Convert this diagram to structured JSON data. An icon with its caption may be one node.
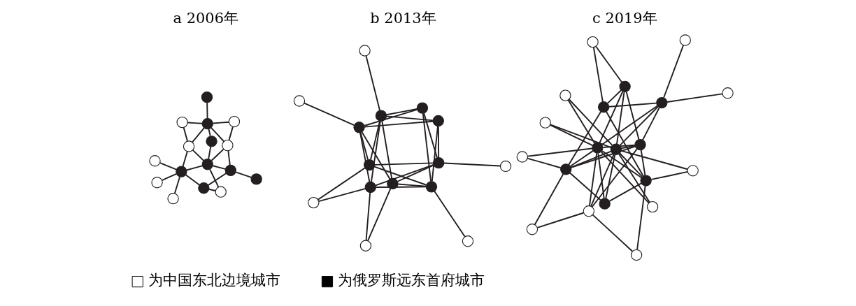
{
  "diagram": {
    "nodes": [
      {
        "text": [],
        "shape": "circle"
      },
      {
        "text": [],
        "shape": "circle"
      },
      {
        "text": [],
        "shape": "circle"
      },
      {
        "text": [],
        "shape": "circle"
      },
      {
        "text": [],
        "shape": "circle"
      },
      {
        "text": [],
        "shape": "circle"
      },
      {
        "text": [],
        "shape": "circle"
      },
      {
        "text": [],
        "shape": "circle"
      },
      {
        "text": [],
        "shape": "circle"
      },
      {
        "text": [],
        "shape": "circle"
      },
      {
        "text": [],
        "shape": "circle"
      },
      {
        "text": [],
        "shape": "circle"
      },
      {
        "text": [],
        "shape": "circle"
      },
      {
        "text": [],
        "shape": "circle"
      },
      {
        "text": [],
        "shape": "circle"
      },
      {
        "text": [],
        "shape": "circle"
      },
      {
        "text": [],
        "shape": "circle"
      },
      {
        "text": [],
        "shape": "circle"
      },
      {
        "text": [],
        "shape": "circle"
      },
      {
        "text": [],
        "shape": "circle"
      },
      {
        "text": [],
        "shape": "circle"
      },
      {
        "text": [],
        "shape": "circle"
      },
      {
        "text": [],
        "shape": "circle"
      },
      {
        "text": [],
        "shape": "circle"
      },
      {
        "text": [],
        "shape": "circle"
      },
      {
        "text": [],
        "shape": "circle"
      },
      {
        "text": [],
        "shape": "circle"
      },
      {
        "text": [],
        "shape": "circle"
      },
      {
        "text": [],
        "shape": "circle"
      },
      {
        "text": [],
        "shape": "circle"
      },
      {
        "text": [],
        "shape": "circle"
      },
      {
        "text": [],
        "shape": "circle"
      },
      {
        "text": [],
        "shape": "circle"
      },
      {
        "text": [],
        "shape": "circle"
      },
      {
        "text": [],
        "shape": "circle"
      },
      {
        "text": [],
        "shape": "circle"
      },
      {
        "text": [],
        "shape": "circle"
      },
      {
        "text": [],
        "shape": "circle"
      },
      {
        "text": [],
        "shape": "circle"
      },
      {
        "text": [],
        "shape": "circle"
      },
      {
        "text": [],
        "shape": "circle"
      },
      {
        "text": [],
        "shape": "circle"
      },
      {
        "text": [],
        "shape": "circle"
      },
      {
        "text": [],
        "shape": "circle"
      },
      {
        "text": [],
        "shape": "circle"
      },
      {
        "text": [],
        "shape": "circle"
      },
      {
        "text": [],
        "shape": "circle"
      },
      {
        "text": [],
        "shape": "circle"
      },
      {
        "text": [],
        "shape": "circle"
      },
      {
        "text": [],
        "shape": "circle"
      },
      {
        "text": [],
        "shape": "circle"
      }
    ],
    "edges": [
      {
        "from": 0,
        "to": 3,
        "arrow": "none"
      },
      {
        "from": 1,
        "to": 3,
        "arrow": "none"
      },
      {
        "from": 2,
        "to": 3,
        "arrow": "none"
      },
      {
        "from": 3,
        "to": 6,
        "arrow": "none"
      },
      {
        "from": 3,
        "to": 8,
        "arrow": "none"
      },
      {
        "from": 3,
        "to": 5,
        "arrow": "none"
      },
      {
        "from": 5,
        "to": 10,
        "arrow": "none"
      },
      {
        "from": 4,
        "to": 5,
        "arrow": "none"
      },
      {
        "from": 5,
        "to": 8,
        "arrow": "none"
      },
      {
        "from": 4,
        "to": 10,
        "arrow": "none"
      },
      {
        "from": 6,
        "to": 7,
        "arrow": "none"
      },
      {
        "from": 7,
        "to": 8,
        "arrow": "none"
      },
      {
        "from": 8,
        "to": 9,
        "arrow": "none"
      },
      {
        "from": 9,
        "to": 10,
        "arrow": "none"
      },
      {
        "from": 10,
        "to": 11,
        "arrow": "none"
      },
      {
        "from": 8,
        "to": 12,
        "arrow": "none"
      },
      {
        "from": 12,
        "to": 14,
        "arrow": "none"
      },
      {
        "from": 13,
        "to": 12,
        "arrow": "none"
      },
      {
        "from": 12,
        "to": 10,
        "arrow": "none"
      },
      {
        "from": 10,
        "to": 14,
        "arrow": "none"
      },
      {
        "from": 6,
        "to": 13,
        "arrow": "none"
      },
      {
        "from": 8,
        "to": 13,
        "arrow": "none"
      },
      {
        "from": 13,
        "to": 15,
        "arrow": "none"
      },
      {
        "from": 16,
        "to": 19,
        "arrow": "none"
      },
      {
        "from": 18,
        "to": 20,
        "arrow": "none"
      },
      {
        "from": 28,
        "to": 26,
        "arrow": "none"
      },
      {
        "from": 30,
        "to": 27,
        "arrow": "none"
      },
      {
        "from": 17,
        "to": 19,
        "arrow": "none"
      },
      {
        "from": 17,
        "to": 20,
        "arrow": "none"
      },
      {
        "from": 17,
        "to": 26,
        "arrow": "none"
      },
      {
        "from": 17,
        "to": 27,
        "arrow": "none"
      },
      {
        "from": 29,
        "to": 26,
        "arrow": "none"
      },
      {
        "from": 29,
        "to": 27,
        "arrow": "none"
      },
      {
        "from": 29,
        "to": 19,
        "arrow": "none"
      },
      {
        "from": 29,
        "to": 20,
        "arrow": "none"
      },
      {
        "from": 21,
        "to": 19,
        "arrow": "none"
      },
      {
        "from": 21,
        "to": 26,
        "arrow": "none"
      },
      {
        "from": 25,
        "to": 20,
        "arrow": "none"
      },
      {
        "from": 25,
        "to": 27,
        "arrow": "none"
      },
      {
        "from": 21,
        "to": 20,
        "arrow": "none"
      },
      {
        "from": 21,
        "to": 27,
        "arrow": "none"
      },
      {
        "from": 25,
        "to": 19,
        "arrow": "none"
      },
      {
        "from": 25,
        "to": 26,
        "arrow": "none"
      },
      {
        "from": 19,
        "to": 23,
        "arrow": "none"
      },
      {
        "from": 23,
        "to": 27,
        "arrow": "none"
      },
      {
        "from": 20,
        "to": 23,
        "arrow": "none"
      },
      {
        "from": 23,
        "to": 26,
        "arrow": "none"
      },
      {
        "from": 21,
        "to": 22,
        "arrow": "none"
      },
      {
        "from": 22,
        "to": 23,
        "arrow": "none"
      },
      {
        "from": 23,
        "to": 24,
        "arrow": "none"
      },
      {
        "from": 24,
        "to": 25,
        "arrow": "none"
      },
      {
        "from": 31,
        "to": 35,
        "arrow": "none"
      },
      {
        "from": 31,
        "to": 36,
        "arrow": "none"
      },
      {
        "from": 33,
        "to": 37,
        "arrow": "none"
      },
      {
        "from": 33,
        "to": 36,
        "arrow": "none"
      },
      {
        "from": 32,
        "to": 35,
        "arrow": "none"
      },
      {
        "from": 32,
        "to": 37,
        "arrow": "none"
      },
      {
        "from": 32,
        "to": 39,
        "arrow": "none"
      },
      {
        "from": 32,
        "to": 41,
        "arrow": "none"
      },
      {
        "from": 34,
        "to": 39,
        "arrow": "none"
      },
      {
        "from": 34,
        "to": 41,
        "arrow": "none"
      },
      {
        "from": 36,
        "to": 39,
        "arrow": "none"
      },
      {
        "from": 36,
        "to": 41,
        "arrow": "none"
      },
      {
        "from": 36,
        "to": 40,
        "arrow": "none"
      },
      {
        "from": 35,
        "to": 38,
        "arrow": "none"
      },
      {
        "from": 35,
        "to": 39,
        "arrow": "none"
      },
      {
        "from": 35,
        "to": 40,
        "arrow": "none"
      },
      {
        "from": 35,
        "to": 41,
        "arrow": "none"
      },
      {
        "from": 35,
        "to": 50,
        "arrow": "none"
      },
      {
        "from": 37,
        "to": 42,
        "arrow": "none"
      },
      {
        "from": 37,
        "to": 39,
        "arrow": "none"
      },
      {
        "from": 37,
        "to": 40,
        "arrow": "none"
      },
      {
        "from": 37,
        "to": 41,
        "arrow": "none"
      },
      {
        "from": 37,
        "to": 50,
        "arrow": "none"
      },
      {
        "from": 38,
        "to": 39,
        "arrow": "none"
      },
      {
        "from": 39,
        "to": 40,
        "arrow": "none"
      },
      {
        "from": 40,
        "to": 41,
        "arrow": "none"
      },
      {
        "from": 41,
        "to": 42,
        "arrow": "none"
      },
      {
        "from": 39,
        "to": 45,
        "arrow": "none"
      },
      {
        "from": 45,
        "to": 41,
        "arrow": "none"
      },
      {
        "from": 39,
        "to": 47,
        "arrow": "none"
      },
      {
        "from": 47,
        "to": 41,
        "arrow": "none"
      },
      {
        "from": 44,
        "to": 39,
        "arrow": "none"
      },
      {
        "from": 44,
        "to": 40,
        "arrow": "none"
      },
      {
        "from": 44,
        "to": 41,
        "arrow": "none"
      },
      {
        "from": 44,
        "to": 48,
        "arrow": "none"
      },
      {
        "from": 44,
        "to": 50,
        "arrow": "none"
      },
      {
        "from": 48,
        "to": 50,
        "arrow": "none"
      },
      {
        "from": 46,
        "to": 39,
        "arrow": "none"
      },
      {
        "from": 46,
        "to": 40,
        "arrow": "none"
      },
      {
        "from": 46,
        "to": 41,
        "arrow": "none"
      },
      {
        "from": 46,
        "to": 43,
        "arrow": "none"
      },
      {
        "from": 46,
        "to": 49,
        "arrow": "none"
      },
      {
        "from": 46,
        "to": 50,
        "arrow": "none"
      }
    ],
    "labels": [
      "a 2006年",
      "b 2013年",
      "c 2019年"
    ],
    "legend": [
      {
        "text": "为中国东北边境城市",
        "color": "#ffffff"
      },
      {
        "text": "为俄罗斯远东首府城市",
        "color": "#000000"
      }
    ]
  }
}
